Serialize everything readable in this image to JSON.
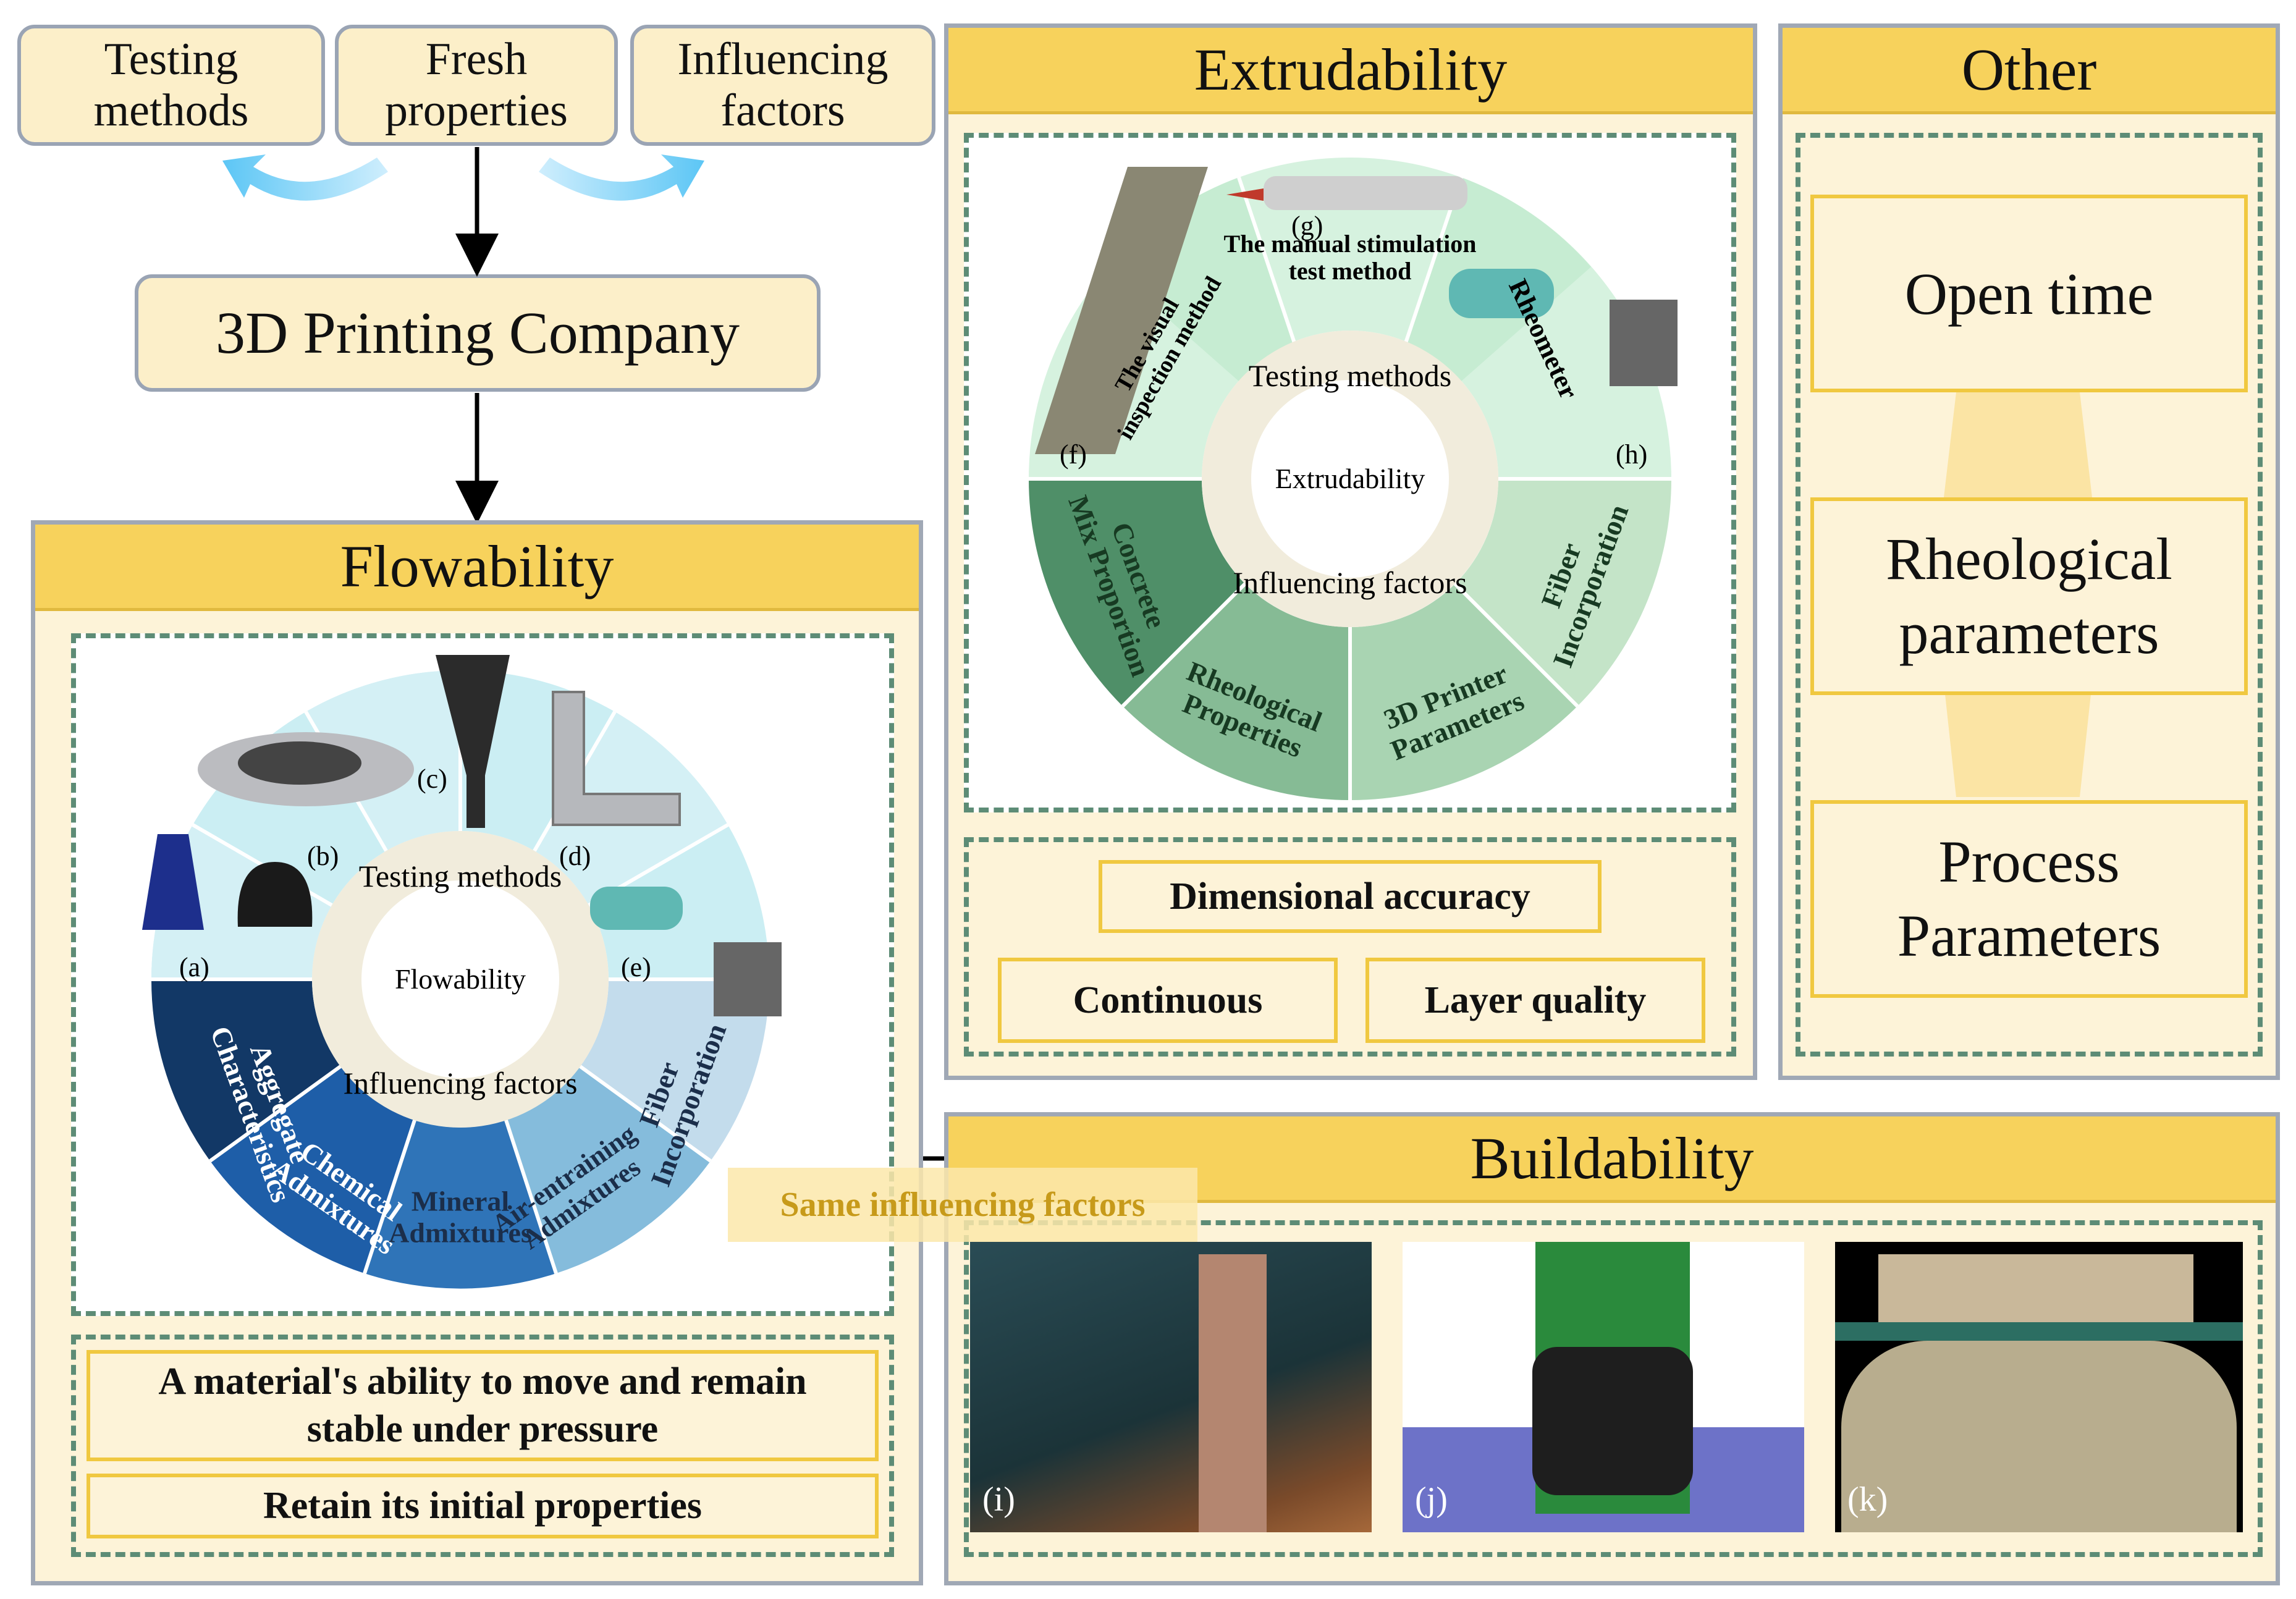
{
  "top_flow": {
    "testing_methods": "Testing\nmethods",
    "fresh_properties": "Fresh\nproperties",
    "influencing_factors": "Influencing\nfactors",
    "company": "3D Printing Company"
  },
  "flowability": {
    "title": "Flowability",
    "center": "Flowability",
    "ring_testing": "Testing methods",
    "ring_influencing": "Influencing factors",
    "labels": {
      "a": "(a)",
      "b": "(b)",
      "c": "(c)",
      "d": "(d)",
      "e": "(e)"
    },
    "factors": [
      "Aggregate\nCharacteristics",
      "Chemical\nAdmixtures",
      "Mineral\nAdmixtures",
      "Air-entraining\nAdmixtures",
      "Fiber\nIncorporation"
    ],
    "definition_1": "A material's ability to move and remain\nstable under pressure",
    "definition_2": "Retain its initial properties"
  },
  "extrudability": {
    "title": "Extrudability",
    "center": "Extrudability",
    "ring_testing": "Testing methods",
    "ring_influencing": "Influencing factors",
    "methods": {
      "f": "The visual\ninspection method",
      "g": "The manual stimulation\ntest method",
      "h": "Rheometer"
    },
    "labels": {
      "f": "(f)",
      "g": "(g)",
      "h": "(h)"
    },
    "factors": [
      "Concrete\nMix Proportion",
      "Rheological\nProperties",
      "3D Printer\nParameters",
      "Fiber\nIncorporation"
    ],
    "criteria": {
      "dimensional": "Dimensional accuracy",
      "continuous": "Continuous",
      "layer": "Layer quality"
    }
  },
  "other": {
    "title": "Other",
    "items": [
      "Open time",
      "Rheological\nparameters",
      "Process\nParameters"
    ]
  },
  "buildability": {
    "title": "Buildability",
    "labels": {
      "i": "(i)",
      "j": "(j)",
      "k": "(k)"
    }
  },
  "same_factors": "Same influencing factors",
  "colors": {
    "band": "#f7d25c",
    "panel": "#fdf3d8",
    "pill": "#fcefc9",
    "dash": "#5d8c76",
    "flow_dark": "#1b3f73",
    "extr_dark": "#4f8f68"
  }
}
